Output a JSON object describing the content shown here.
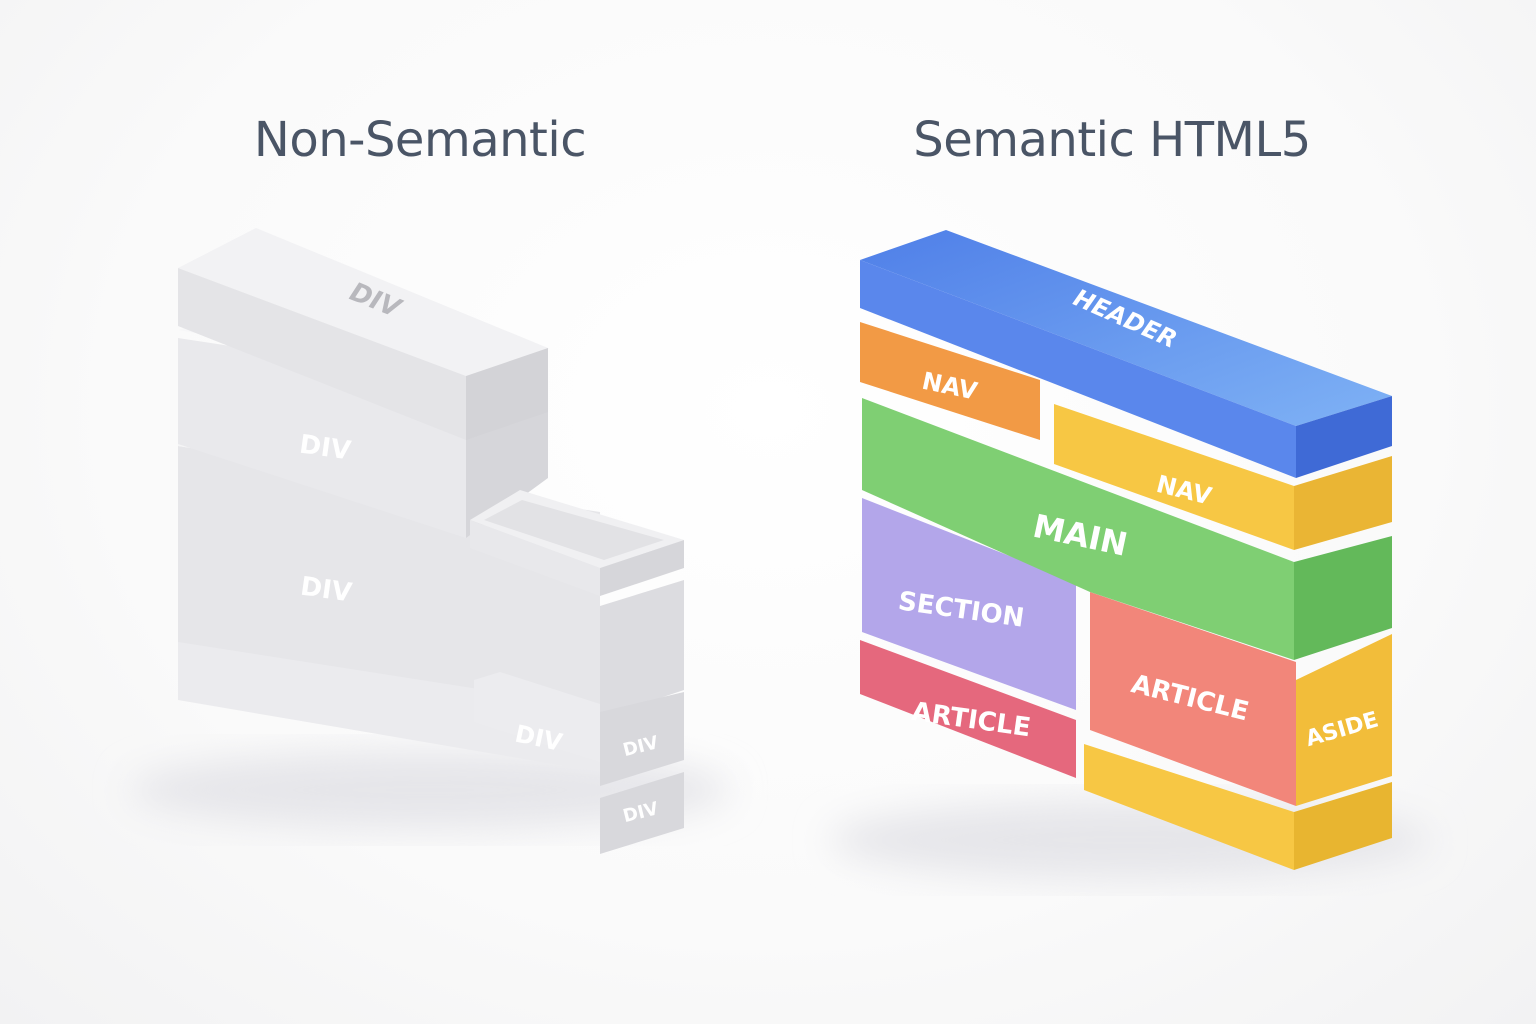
{
  "left": {
    "title": "Non-Semantic",
    "labels": {
      "div_top": "DIV",
      "div_2": "DIV",
      "div_3": "DIV",
      "div_inner": "DIV",
      "div_small_1": "DIV",
      "div_small_2": "DIV"
    }
  },
  "right": {
    "title": "Semantic HTML5",
    "labels": {
      "header": "HEADER",
      "nav_1": "NAV",
      "nav_2": "NAV",
      "main": "MAIN",
      "section": "SECTION",
      "article_1": "ARTICLE",
      "article_2": "ARTICLE",
      "aside": "ASIDE"
    }
  },
  "colors": {
    "header": "#5b8def",
    "nav_orange": "#f29a45",
    "nav_yellow": "#f7c744",
    "main": "#7fcf73",
    "section": "#b3a6ea",
    "article_red": "#e5687d",
    "article_salmon": "#f2867a",
    "aside": "#f7c744",
    "div_gray": "#e3e3e6"
  }
}
